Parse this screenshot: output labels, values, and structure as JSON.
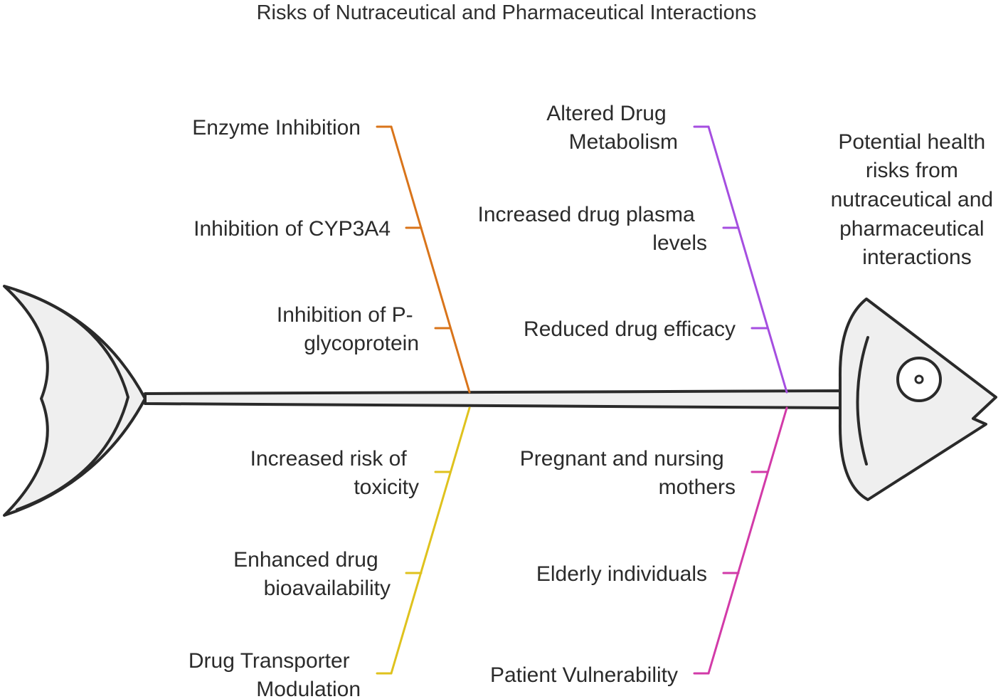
{
  "title": "Risks of Nutraceutical and Pharmaceutical Interactions",
  "outcome": [
    "Potential health",
    "risks from",
    "nutraceutical and",
    "pharmaceutical",
    "interactions"
  ],
  "colors": {
    "enzyme": "#d9741a",
    "metabolism": "#a54ee0",
    "transporter": "#dfc21d",
    "vulnerability": "#d23aa8",
    "outline": "#2a2a2a",
    "fill": "#efefef"
  },
  "branches": {
    "enzyme_inhibition": {
      "head": [
        "Enzyme Inhibition"
      ],
      "items": [
        [
          "Inhibition of CYP3A4"
        ],
        [
          "Inhibition of P-",
          "glycoprotein"
        ]
      ]
    },
    "altered_metabolism": {
      "head": [
        "Altered Drug",
        "Metabolism"
      ],
      "items": [
        [
          "Increased drug plasma",
          "levels"
        ],
        [
          "Reduced drug efficacy"
        ]
      ]
    },
    "transporter_modulation": {
      "head": [
        "Drug Transporter",
        "Modulation"
      ],
      "items": [
        [
          "Enhanced drug",
          "bioavailability"
        ],
        [
          "Increased risk of",
          "toxicity"
        ]
      ]
    },
    "patient_vulnerability": {
      "head": [
        "Patient Vulnerability"
      ],
      "items": [
        [
          "Elderly individuals"
        ],
        [
          "Pregnant and nursing",
          "mothers"
        ]
      ]
    }
  }
}
